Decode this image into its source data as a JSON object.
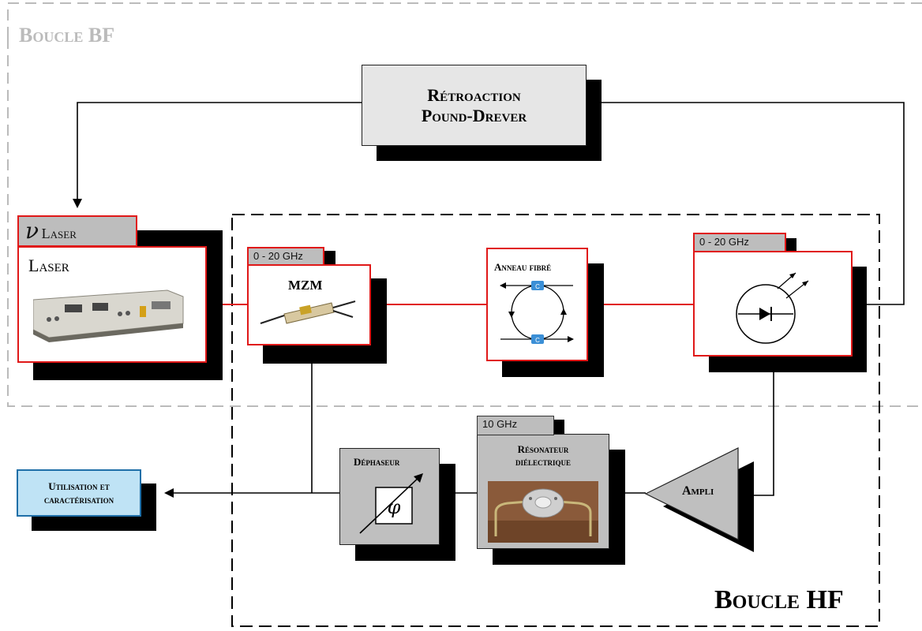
{
  "loops": {
    "bf_label": "Boucle BF",
    "hf_label": "Boucle HF"
  },
  "blocks": {
    "retroaction": {
      "line1": "Rétroaction",
      "line2": "Pound-Drever"
    },
    "laser": {
      "tab_symbol": "ν",
      "tab_sub": "Laser",
      "label": "Laser"
    },
    "mzm": {
      "tab": "0 - 20 GHz",
      "label": "MZM"
    },
    "anneau": {
      "label": "Anneau fibré",
      "coupler_mark": "C"
    },
    "photodiode": {
      "tab": "0 - 20 GHz"
    },
    "dephaseur": {
      "label": "Déphaseur",
      "symbol": "φ"
    },
    "resonateur": {
      "tab": "10 GHz",
      "line1": "Résonateur",
      "line2": "diélectrique"
    },
    "ampli": {
      "label": "Ampli"
    },
    "utilisation": {
      "line1": "Utilisation et",
      "line2": "caractérisation"
    }
  },
  "colors": {
    "optical_link": "#e01818",
    "electrical_link": "#000000",
    "loop_bf_border": "#bbbbbb",
    "loop_hf_border": "#000000",
    "utilisation_fill": "#bfe3f5",
    "utilisation_border": "#1f6fa8",
    "block_gray": "#bfbfbf"
  }
}
